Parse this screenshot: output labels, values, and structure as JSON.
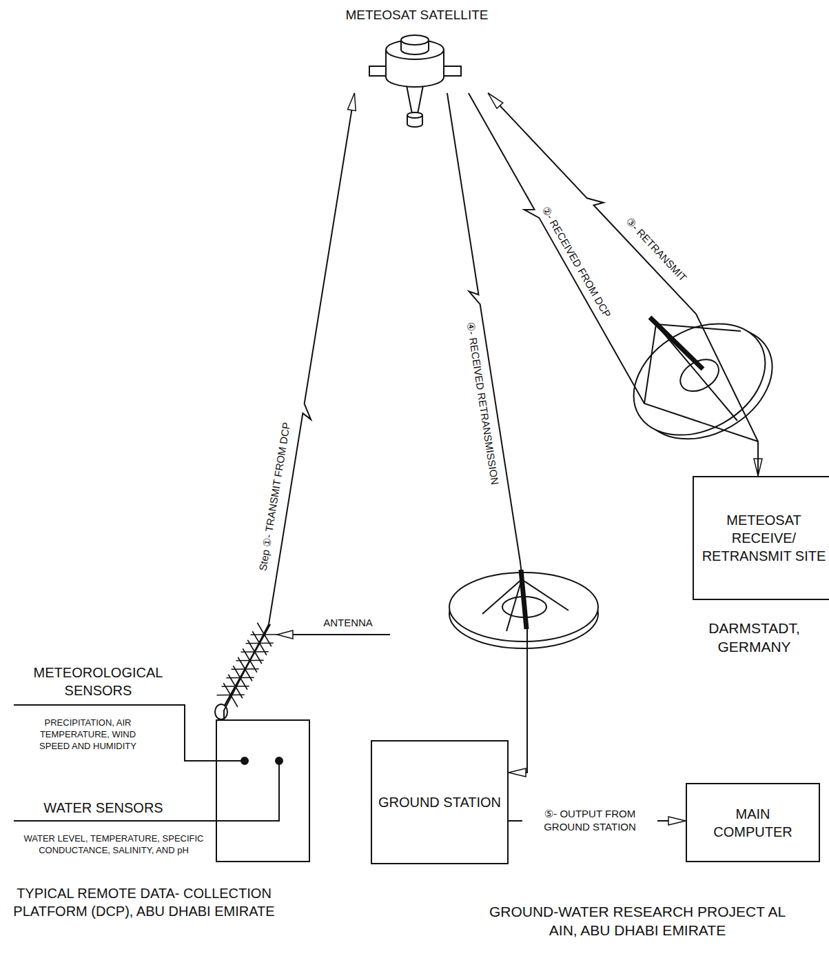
{
  "diagram": {
    "nodes": [
      {
        "text": [
          "METEOSAT SATELLITE"
        ]
      },
      {
        "text": [
          "TYPICAL REMOTE DATA- COLLECTION PLATFORM (DCP), ABU DHABI EMIRATE"
        ]
      },
      {
        "text": [
          "METEOSAT RECEIVE/ RETRANSMIT SITE",
          "DARMSTADT, GERMANY"
        ]
      },
      {
        "text": [
          "GROUND STATION"
        ]
      },
      {
        "text": [
          "MAIN COMPUTER"
        ]
      }
    ],
    "edges": [
      {
        "from": 1,
        "to": 0,
        "arrow": "to",
        "label": "Step ①- TRANSMIT FROM DCP"
      },
      {
        "from": 0,
        "to": 2,
        "arrow": "to",
        "label": "②- RECEIVED FROM DCP"
      },
      {
        "from": 2,
        "to": 0,
        "arrow": "to",
        "label": "③- RETRANSMIT"
      },
      {
        "from": 0,
        "to": 3,
        "arrow": "to",
        "label": "④- RECEIVED RETRANSMISSION"
      },
      {
        "from": 3,
        "to": 4,
        "arrow": "to",
        "label": "⑤- OUTPUT FROM GROUND STATION"
      }
    ],
    "labels": [
      "ANTENNA",
      "METEOROLOGICAL SENSORS",
      "PRECIPITATION, AIR TEMPERATURE, WIND SPEED AND HUMIDITY",
      "WATER SENSORS",
      "WATER LEVEL, TEMPERATURE, SPECIFIC CONDUCTANCE, SALINITY, AND pH",
      "GROUND-WATER RESEARCH PROJECT AL AIN, ABU DHABI EMIRATE"
    ]
  }
}
